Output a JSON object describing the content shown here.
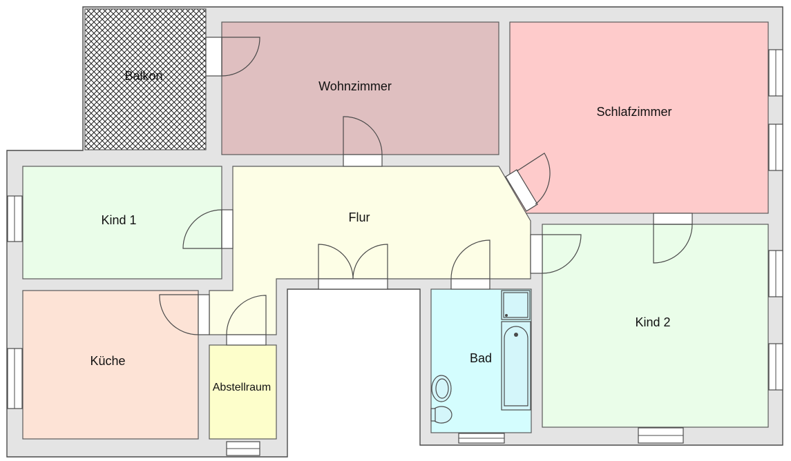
{
  "rooms": {
    "balkon": {
      "label": "Balkon",
      "fill": "pattern"
    },
    "wohnzimmer": {
      "label": "Wohnzimmer",
      "fill": "#dfbfc0"
    },
    "schlafzimmer": {
      "label": "Schlafzimmer",
      "fill": "#fecbcb"
    },
    "kind1": {
      "label": "Kind 1",
      "fill": "#eafde9"
    },
    "flur": {
      "label": "Flur",
      "fill": "#fdfee6"
    },
    "kind2": {
      "label": "Kind 2",
      "fill": "#eafde9"
    },
    "kueche": {
      "label": "Küche",
      "fill": "#fde3d6"
    },
    "abstellraum": {
      "label": "Abstellraum",
      "fill": "#fdfecb"
    },
    "bad": {
      "label": "Bad",
      "fill": "#d4fdfe"
    }
  },
  "colors": {
    "wall": "#e4e4e4",
    "outline": "#4a4a4a"
  }
}
